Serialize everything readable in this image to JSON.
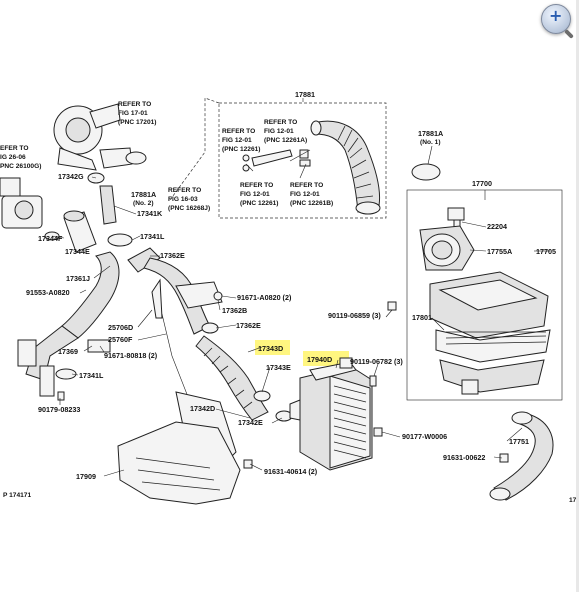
{
  "diagram_code": "P 174171",
  "edge_mark": "17",
  "zoom_button": {
    "icon": "zoom-in-icon"
  },
  "highlight_color": "#fff56a",
  "labels": {
    "p17881": "17881",
    "p17881a": "17881A",
    "p17881a_sub": "(No. 1)",
    "p17700": "17700",
    "p22204": "22204",
    "p17755a": "17755A",
    "p17705": "17705",
    "p17801": "17801",
    "p90119_06859": "90119-06859 (3)",
    "p90119_06782": "90119-06782 (3)",
    "p90177_w0006": "90177-W0006",
    "p17751": "17751",
    "p91631_00622": "91631-00622",
    "p17940d": "17940D",
    "p17343d": "17343D",
    "p17343e": "17343E",
    "p17342d": "17342D",
    "p17342e_lower": "17342E",
    "p17362e_top": "17362E",
    "p17362b": "17362B",
    "p17362e_mid": "17362E",
    "p91671_a0820": "91671-A0820 (2)",
    "p17342g": "17342G",
    "p17881a_no2": "17881A",
    "p17881a_no2_sub": "(No. 2)",
    "p17341k": "17341K",
    "p17341l_top": "17341L",
    "p17344f": "17344F",
    "p17344e": "17344E",
    "p17361j": "17361J",
    "p91553_a0820": "91553-A0820",
    "p25706d": "25706D",
    "p25760f": "25760F",
    "p17369": "17369",
    "p91671_80818": "91671-80818 (2)",
    "p17341l_bot": "17341L",
    "p90179_08233": "90179-08233",
    "p17909": "17909",
    "p91631_40614": "91631-40614 (2)"
  },
  "refs": {
    "r1": [
      "REFER TO",
      "FIG 17-01",
      "(PNC 17201)"
    ],
    "r2": [
      "EFER TO",
      "IG 26-06",
      "PNC 26100G)"
    ],
    "r3": [
      "REFER TO",
      "FIG 16-03",
      "(PNC 16268J)"
    ],
    "r4": [
      "REFER TO",
      "FIG 12-01",
      "(PNC 12261)"
    ],
    "r5": [
      "REFER TO",
      "FIG 12-01",
      "(PNC 12261A)"
    ],
    "r6": [
      "REFER TO",
      "FIG 12-01",
      "(PNC 12261)"
    ],
    "r7": [
      "REFER TO",
      "FIG 12-01",
      "(PNC 12261B)"
    ]
  }
}
